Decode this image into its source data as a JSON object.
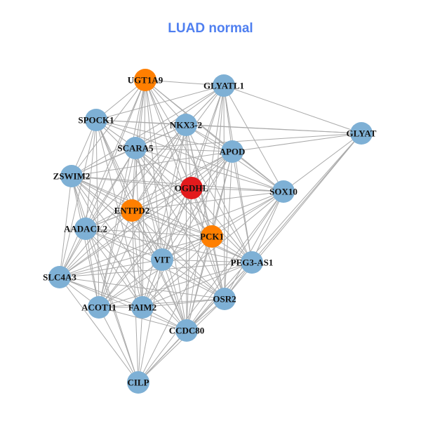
{
  "title": "LUAD normal",
  "colors": {
    "hub": "#e31a1c",
    "key": "#ff7f00",
    "normal": "#7eb0d5",
    "edge": "#aaaaaa"
  },
  "nodes": [
    {
      "id": "UGT1A9",
      "type": "key"
    },
    {
      "id": "GLYATL1",
      "type": "normal"
    },
    {
      "id": "SPOCK1",
      "type": "normal"
    },
    {
      "id": "NKX3-2",
      "type": "normal"
    },
    {
      "id": "GLYAT",
      "type": "normal"
    },
    {
      "id": "SCARA5",
      "type": "normal"
    },
    {
      "id": "APOD",
      "type": "normal"
    },
    {
      "id": "ZSWIM2",
      "type": "normal"
    },
    {
      "id": "OGDHL",
      "type": "hub"
    },
    {
      "id": "SOX10",
      "type": "normal"
    },
    {
      "id": "ENTPD2",
      "type": "key"
    },
    {
      "id": "AADACL2",
      "type": "normal"
    },
    {
      "id": "PCK1",
      "type": "key"
    },
    {
      "id": "VIT",
      "type": "normal"
    },
    {
      "id": "PEG3-AS1",
      "type": "normal"
    },
    {
      "id": "SLC4A3",
      "type": "normal"
    },
    {
      "id": "OSR2",
      "type": "normal"
    },
    {
      "id": "ACOT11",
      "type": "normal"
    },
    {
      "id": "FAIM2",
      "type": "normal"
    },
    {
      "id": "CCDC80",
      "type": "normal"
    },
    {
      "id": "CILP",
      "type": "normal"
    }
  ],
  "adjacency": {
    "UGT1A9": [
      "GLYATL1",
      "SPOCK1",
      "NKX3-2",
      "SCARA5",
      "APOD",
      "ZSWIM2",
      "OGDHL",
      "SOX10",
      "ENTPD2",
      "AADACL2",
      "PCK1",
      "VIT",
      "PEG3-AS1",
      "SLC4A3",
      "OSR2",
      "ACOT11",
      "FAIM2",
      "CCDC80"
    ],
    "GLYATL1": [
      "SPOCK1",
      "NKX3-2",
      "GLYAT",
      "SCARA5",
      "APOD",
      "ZSWIM2",
      "OGDHL",
      "SOX10",
      "ENTPD2",
      "AADACL2",
      "PCK1",
      "VIT",
      "PEG3-AS1",
      "OSR2",
      "CCDC80"
    ],
    "SPOCK1": [
      "NKX3-2",
      "GLYAT",
      "SCARA5",
      "APOD",
      "ZSWIM2",
      "OGDHL",
      "SOX10",
      "ENTPD2",
      "AADACL2",
      "PCK1",
      "VIT",
      "SLC4A3",
      "ACOT11",
      "FAIM2",
      "CCDC80"
    ],
    "NKX3-2": [
      "GLYAT",
      "SCARA5",
      "APOD",
      "ZSWIM2",
      "OGDHL",
      "SOX10",
      "ENTPD2",
      "AADACL2",
      "PCK1",
      "VIT",
      "PEG3-AS1",
      "SLC4A3",
      "OSR2",
      "ACOT11",
      "FAIM2",
      "CCDC80"
    ],
    "GLYAT": [
      "APOD",
      "SCARA5",
      "SOX10",
      "PEG3-AS1",
      "OSR2",
      "CCDC80"
    ],
    "SCARA5": [
      "APOD",
      "ZSWIM2",
      "OGDHL",
      "SOX10",
      "ENTPD2",
      "AADACL2",
      "PCK1",
      "VIT",
      "PEG3-AS1",
      "SLC4A3",
      "OSR2",
      "ACOT11",
      "FAIM2",
      "CCDC80"
    ],
    "APOD": [
      "ZSWIM2",
      "OGDHL",
      "SOX10",
      "ENTPD2",
      "AADACL2",
      "PCK1",
      "VIT",
      "PEG3-AS1",
      "SLC4A3",
      "OSR2",
      "ACOT11",
      "FAIM2",
      "CCDC80"
    ],
    "ZSWIM2": [
      "OGDHL",
      "SOX10",
      "ENTPD2",
      "AADACL2",
      "PCK1",
      "VIT",
      "PEG3-AS1",
      "SLC4A3",
      "OSR2",
      "ACOT11",
      "FAIM2",
      "CCDC80",
      "CILP"
    ],
    "OGDHL": [
      "SOX10",
      "ENTPD2",
      "AADACL2",
      "PCK1",
      "VIT",
      "PEG3-AS1",
      "SLC4A3",
      "OSR2",
      "ACOT11",
      "FAIM2",
      "CCDC80"
    ],
    "SOX10": [
      "ENTPD2",
      "PCK1",
      "VIT",
      "PEG3-AS1",
      "SLC4A3",
      "OSR2",
      "FAIM2",
      "CCDC80",
      "CILP"
    ],
    "ENTPD2": [
      "AADACL2",
      "PCK1",
      "VIT",
      "PEG3-AS1",
      "SLC4A3",
      "OSR2",
      "ACOT11",
      "FAIM2",
      "CCDC80",
      "CILP"
    ],
    "AADACL2": [
      "PCK1",
      "VIT",
      "PEG3-AS1",
      "SLC4A3",
      "OSR2",
      "ACOT11",
      "FAIM2",
      "CCDC80",
      "CILP"
    ],
    "PCK1": [
      "VIT",
      "PEG3-AS1",
      "SLC4A3",
      "OSR2",
      "ACOT11",
      "FAIM2",
      "CCDC80",
      "CILP"
    ],
    "VIT": [
      "PEG3-AS1",
      "SLC4A3",
      "OSR2",
      "ACOT11",
      "FAIM2",
      "CCDC80",
      "CILP"
    ],
    "PEG3-AS1": [
      "SLC4A3",
      "OSR2",
      "ACOT11",
      "FAIM2",
      "CCDC80",
      "CILP"
    ],
    "SLC4A3": [
      "OSR2",
      "ACOT11",
      "FAIM2",
      "CCDC80",
      "CILP"
    ],
    "OSR2": [
      "ACOT11",
      "FAIM2",
      "CCDC80",
      "CILP"
    ],
    "ACOT11": [
      "FAIM2",
      "CCDC80",
      "CILP"
    ],
    "FAIM2": [
      "CCDC80",
      "CILP"
    ],
    "CCDC80": [
      "CILP"
    ]
  }
}
